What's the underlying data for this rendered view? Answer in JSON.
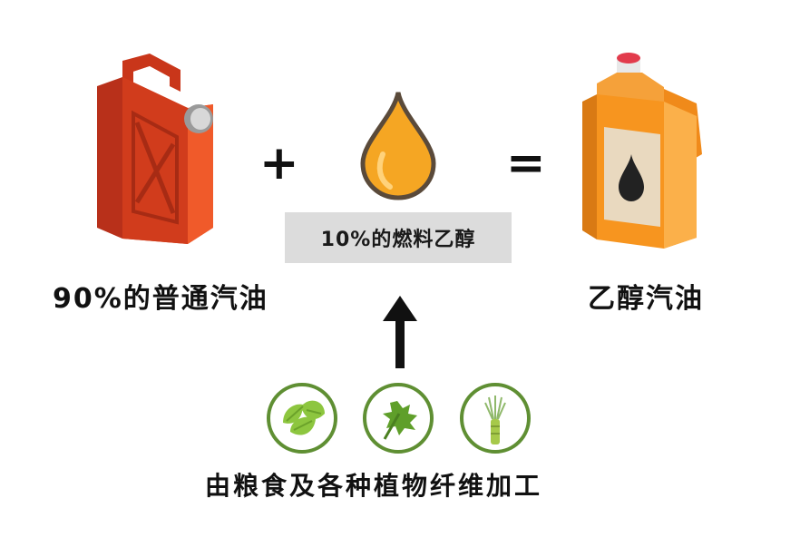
{
  "equation": {
    "plus": "+",
    "equals": "=",
    "arrow": "↑"
  },
  "labels": {
    "gasoline": "90%的普通汽油",
    "ethanol": "10%的燃料乙醇",
    "result": "乙醇汽油",
    "source": "由粮食及各种植物纤维加工"
  },
  "icons": {
    "gasoline": "red-jerry-can-icon",
    "ethanol": "orange-drop-icon",
    "result": "orange-fuel-bottle-icon",
    "sources": [
      "mint-leaf-icon",
      "parsley-leaf-icon",
      "grass-stalk-icon"
    ]
  },
  "colors": {
    "can_red": "#e2431d",
    "drop_orange": "#f5a623",
    "bottle_orange": "#f7951f",
    "leaf_green": "#5f8f33",
    "ethanol_box": "#dcdcdc"
  }
}
